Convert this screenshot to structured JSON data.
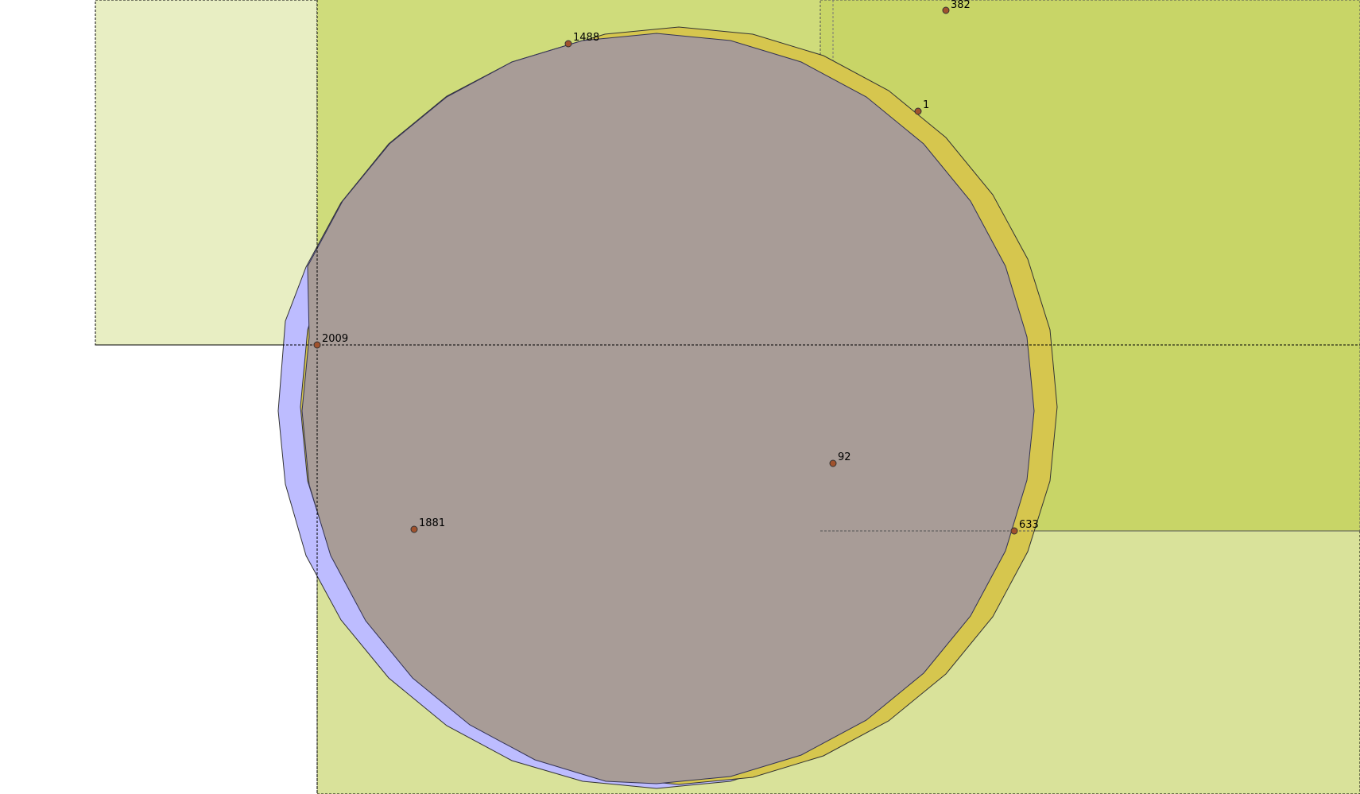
{
  "diagram": {
    "background": "#ffffff",
    "rects": [
      {
        "name": "zone-left-upper",
        "fill": "#e8eec3"
      },
      {
        "name": "zone-main",
        "fill": "#d9e29a"
      },
      {
        "name": "zone-main-upper",
        "fill": "#cfdc7b"
      },
      {
        "name": "zone-right",
        "fill": "#c8d567"
      }
    ],
    "circles": [
      {
        "name": "circle-blue",
        "fill": "#bdbcff",
        "stroke": "#333333"
      },
      {
        "name": "circle-yellow",
        "fill": "#d6c64e",
        "stroke": "#333333"
      },
      {
        "name": "circle-inner",
        "fill": "#a89c97",
        "stroke": "#333355"
      }
    ],
    "points": [
      {
        "id": "382",
        "label": "382"
      },
      {
        "id": "1488",
        "label": "1488"
      },
      {
        "id": "1",
        "label": "1"
      },
      {
        "id": "2009",
        "label": "2009"
      },
      {
        "id": "92",
        "label": "92"
      },
      {
        "id": "1881",
        "label": "1881"
      },
      {
        "id": "633",
        "label": "633"
      }
    ],
    "point_color": "#a0522d"
  }
}
